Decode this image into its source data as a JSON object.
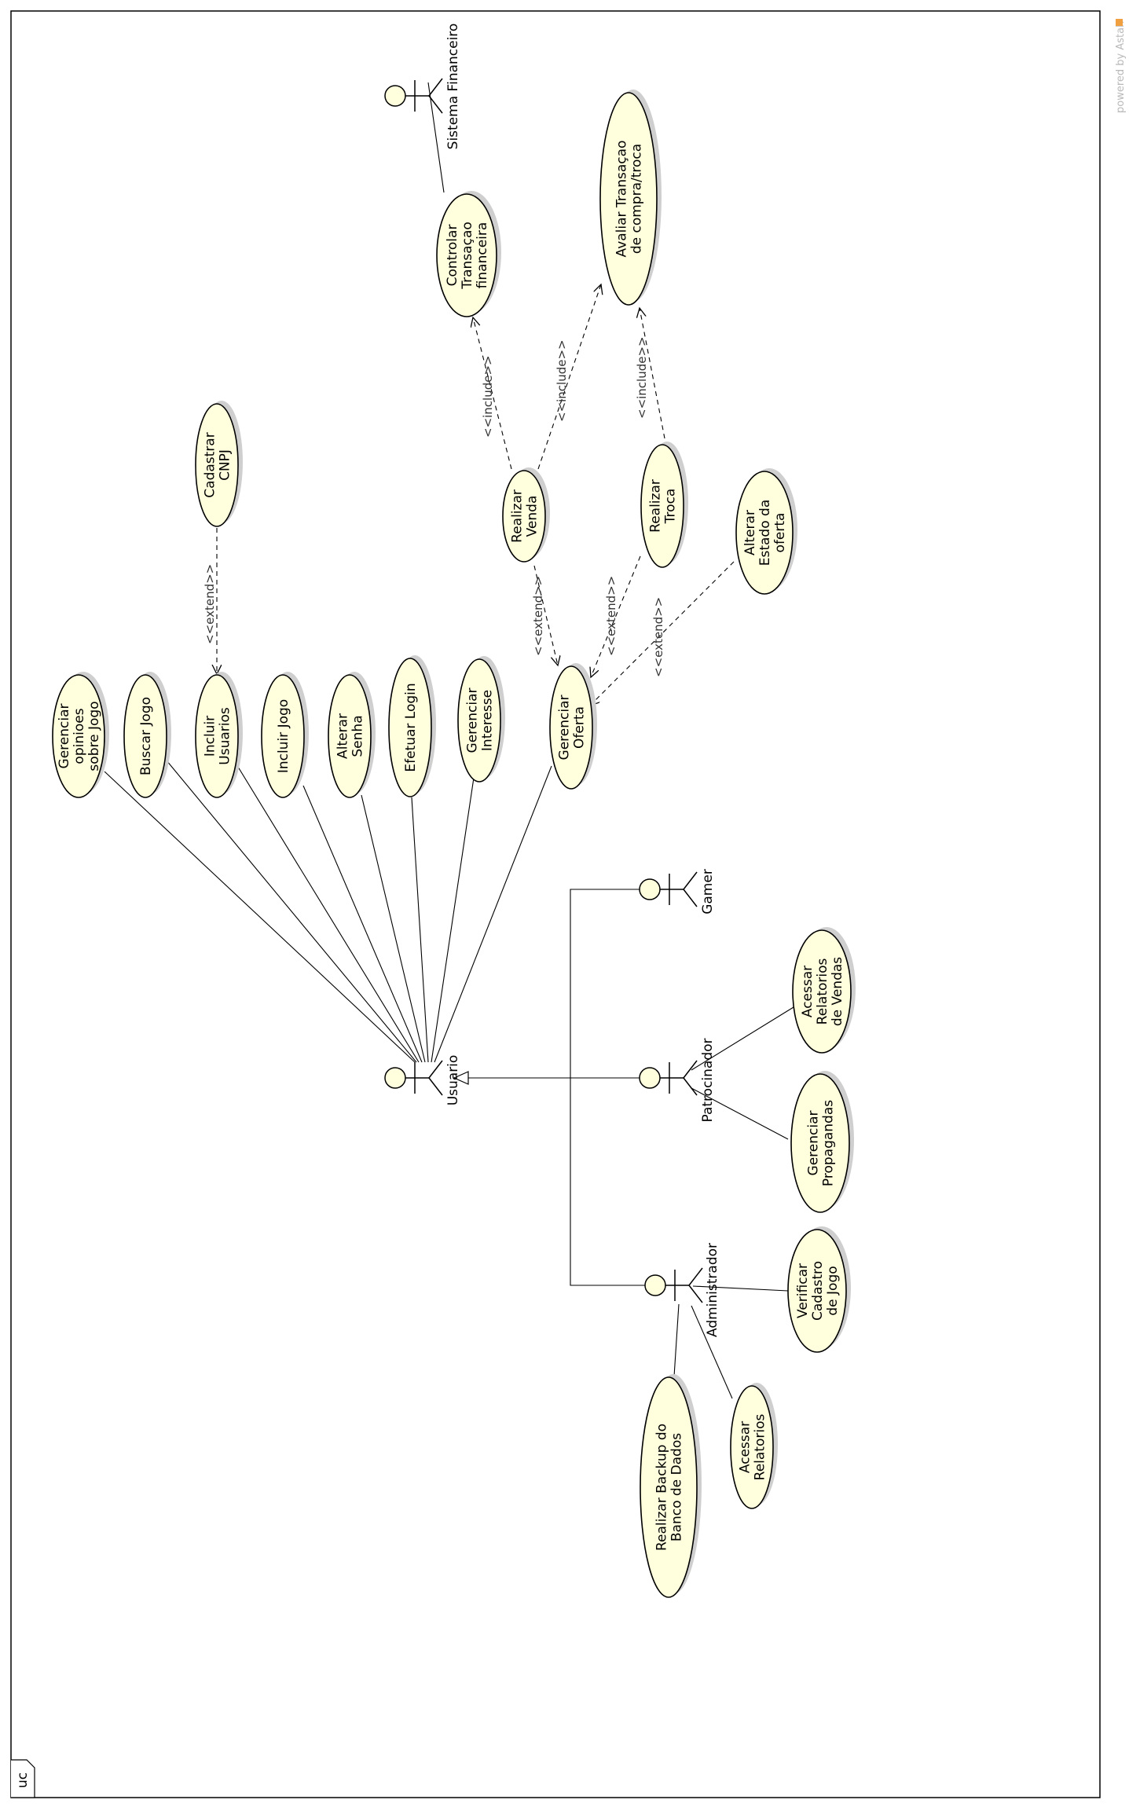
{
  "frame": {
    "tag": "uc"
  },
  "watermark": {
    "text": "powered by Astah"
  },
  "colors": {
    "usecase_fill": "#ffffdd",
    "usecase_stroke": "#000000",
    "shadow": "#cfcfcf",
    "line": "#000000",
    "watermark_icon": "#f0a040"
  },
  "actors": {
    "usuario": "Usuario",
    "gamer": "Gamer",
    "patrocinador": "Patrocinador",
    "administrador": "Administrador",
    "sistema_financeiro": "Sistema Financeiro"
  },
  "usecases": {
    "gerenciar_opinioes": [
      "Gerenciar",
      "opinioes",
      "sobre Jogo"
    ],
    "buscar_jogo": [
      "Buscar Jogo"
    ],
    "incluir_usuarios": [
      "Incluir",
      "Usuarios"
    ],
    "incluir_jogo": [
      "Incluir Jogo"
    ],
    "alterar_senha": [
      "Alterar",
      "Senha"
    ],
    "efetuar_login": [
      "Efetuar Login"
    ],
    "gerenciar_interesse": [
      "Gerenciar",
      "Interesse"
    ],
    "gerenciar_oferta": [
      "Gerenciar",
      "Oferta"
    ],
    "cadastrar_cnpj": [
      "Cadastrar",
      "CNPJ"
    ],
    "realizar_venda": [
      "Realizar",
      "Venda"
    ],
    "realizar_troca": [
      "Realizar",
      "Troca"
    ],
    "alterar_estado": [
      "Alterar",
      "Estado da",
      "oferta"
    ],
    "controlar_transacao": [
      "Controlar",
      "Transaçao",
      "financeira"
    ],
    "avaliar_transacao": [
      "Avaliar Transaçao",
      "de compra/troca"
    ],
    "acessar_relatorios_vendas": [
      "Acessar",
      "Relatorios",
      "de Vendas"
    ],
    "gerenciar_propagandas": [
      "Gerenciar",
      "Propagandas"
    ],
    "verificar_cadastro": [
      "Verificar",
      "Cadastro",
      "de Jogo"
    ],
    "acessar_relatorios": [
      "Acessar",
      "Relatorios"
    ],
    "realizar_backup": [
      "Realizar Backup do",
      "Banco de Dados"
    ]
  },
  "stereotypes": {
    "extend": "<<extend>>",
    "include": "<<include>>"
  }
}
